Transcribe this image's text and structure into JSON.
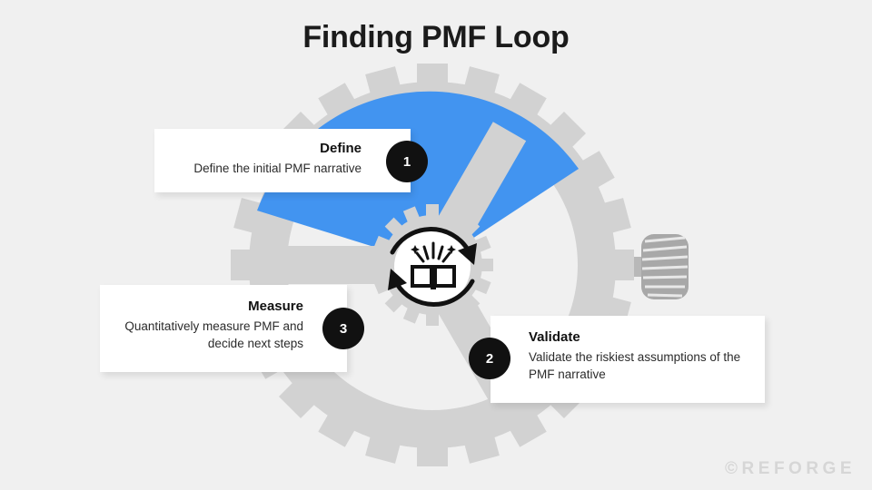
{
  "slide": {
    "title": "Finding PMF Loop",
    "background_color": "#f0f0f0"
  },
  "colors": {
    "accent_blue": "#4294f0",
    "gear_grey": "#d2d2d2",
    "knob_grey": "#a8a8a8",
    "badge_black": "#111111",
    "card_white": "#ffffff",
    "logo_grey": "#d6d6d6",
    "title_black": "#1b1b1b"
  },
  "center": {
    "icon_name": "open-book-sparkle-icon",
    "loop_icon_name": "circular-loop-arrows-icon"
  },
  "steps": [
    {
      "number": "1",
      "title": "Define",
      "description": "Define the initial PMF narrative",
      "align": "right"
    },
    {
      "number": "2",
      "title": "Validate",
      "description": "Validate the riskiest assumptions of the PMF narrative",
      "align": "left"
    },
    {
      "number": "3",
      "title": "Measure",
      "description": "Quantitatively measure PMF and decide next steps",
      "align": "right"
    }
  ],
  "footer": {
    "logo_text": "©REFORGE"
  }
}
